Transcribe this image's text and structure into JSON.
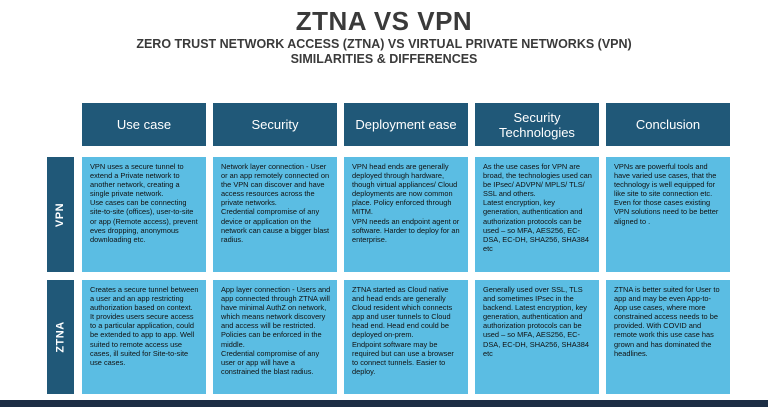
{
  "title": "ZTNA VS VPN",
  "subtitle_line1": "ZERO TRUST NETWORK ACCESS (ZTNA) VS VIRTUAL PRIVATE NETWORKS (VPN)",
  "subtitle_line2": "SIMILARITIES & DIFFERENCES",
  "columns": [
    "Use case",
    "Security",
    "Deployment ease",
    "Security\nTechnologies",
    "Conclusion"
  ],
  "rows": [
    {
      "label": "VPN",
      "cells": [
        "VPN uses a secure tunnel to extend a Private network to another network, creating a single private network.\nUse cases can be connecting site-to-site (offices), user-to-site or app (Remote access), prevent eves dropping, anonymous downloading etc.",
        "Network layer connection - User or an app remotely connected on the VPN can discover and have access resources across the private networks.\nCredential compromise of any device or application on the network can cause a bigger blast radius.",
        "VPN head ends are generally deployed through hardware, though virtual appliances/ Cloud deployments are now common place. Policy enforced through MITM.\nVPN needs an endpoint agent or software. Harder to deploy for an enterprise.",
        "As the use cases for VPN are broad, the technologies used can be IPsec/ ADVPN/ MPLS/ TLS/ SSL and others.\nLatest encryption, key generation, authentication and authorization protocols can be used – so MFA, AES256, EC-DSA, EC-DH, SHA256, SHA384 etc",
        "VPNs are powerful tools and have varied use cases, that the technology is well equipped for like site to site connection etc. Even for those cases existing VPN solutions need to be better aligned to ."
      ]
    },
    {
      "label": "ZTNA",
      "cells": [
        "Creates a secure tunnel between a user and an app restricting authorization based on context.\nIt provides users secure access to a particular application, could be extended to app to app. Well suited to remote access use cases, ill suited for Site-to-site use cases.",
        "App layer connection - Users and app connected through ZTNA will have minimal AuthZ on network, which means network discovery and access will be restricted. Policies can be enforced in the middle.\nCredential compromise of any user or app will have a constrained the blast radius.",
        "ZTNA started as Cloud native and head ends are generally Cloud resident which connects app and user tunnels to Cloud head end. Head end could be deployed on-prem.\nEndpoint software may be required but can use a browser to connect tunnels. Easier to deploy.",
        "Generally used over SSL, TLS and sometimes IPsec in the backend. Latest encryption, key generation, authentication and authorization protocols can be used – so MFA, AES256, EC-DSA, EC-DH, SHA256, SHA384 etc",
        "ZTNA is better suited for User to app and may be even App-to-App use cases, where more constrained access needs to be provided. With COVID and remote work this use case has grown and has dominated the headlines."
      ]
    }
  ],
  "colors": {
    "header_bg": "#205878",
    "cell_bg": "#5bbde3",
    "title_text": "#3a3a3a",
    "footer_bar": "#1c2e45"
  }
}
